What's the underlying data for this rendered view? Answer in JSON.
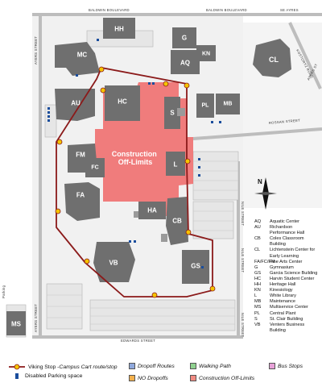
{
  "streets": {
    "baldwin_w": "BALDWIN BOULEVARD",
    "baldwin_e": "BALDWIN BOULEVARD",
    "ayers_top": "AYERS STREET",
    "ayers_bottom": "AYERS STREET",
    "nile_upper": "NILE STREET",
    "nile_right": "NILE STREET",
    "nile_lower": "NILE STREET",
    "edwards": "EDWARDS STREET",
    "rossan": "ROSSAN STREET",
    "kostoryz": "KOSTORYZ ROAD",
    "ayers_right": "AYERS ST",
    "se_ayers": "SE AYRES"
  },
  "buildings": {
    "MC": "MC",
    "HH": "HH",
    "G": "G",
    "AQ": "AQ",
    "KN": "KN",
    "CL": "CL",
    "AU": "AU",
    "HC": "HC",
    "S": "S",
    "PL": "PL",
    "MB": "MB",
    "FM": "FM",
    "FC": "FC",
    "FA": "FA",
    "L": "L",
    "HA": "HA",
    "CB": "CB",
    "VB": "VB",
    "GS": "GS",
    "MS": "MS"
  },
  "construction_label": "Construction\nOff-Limits",
  "parking_label": "Parking",
  "legend": [
    {
      "code": "AQ",
      "name": "Aquatic Center"
    },
    {
      "code": "AU",
      "name": "Richardson Performance Hall"
    },
    {
      "code": "CB",
      "name": "Coles Classroom Building"
    },
    {
      "code": "CL",
      "name": "Lichtenstein Center for Early Learning"
    },
    {
      "code": "FA/FC/FM",
      "name": "Fine Arts Center"
    },
    {
      "code": "G",
      "name": "Gymnasium"
    },
    {
      "code": "GS",
      "name": "Garcia Science Building"
    },
    {
      "code": "HC",
      "name": "Harvin Student Center"
    },
    {
      "code": "HH",
      "name": "Heritage Hall"
    },
    {
      "code": "KN",
      "name": "Kinesiology"
    },
    {
      "code": "L",
      "name": "White Library"
    },
    {
      "code": "MB",
      "name": "Maintenance"
    },
    {
      "code": "MS",
      "name": "Multiservice Center"
    },
    {
      "code": "PL",
      "name": "Central Plant"
    },
    {
      "code": "S",
      "name": "St. Clair Building"
    },
    {
      "code": "VB",
      "name": "Venters Business Building"
    }
  ],
  "key": {
    "viking_stop": "Viking Stop - ",
    "viking_route": "Campus Cart route/stop",
    "disabled": "Disabled Parking space",
    "dropoff": "Dropoff Routes",
    "no_dropoff": "NO Dropoffs",
    "walking": "Walking Path",
    "construction": "Construction Off-Limits",
    "bus": "Bus Stops"
  },
  "colors": {
    "route": "#8b1a1a",
    "stop": "#f5c400",
    "construction": "#ef6f6f",
    "building": "#6f6f6f",
    "disabled": "#1a4d9c",
    "dropoff": "#8fa8dc",
    "no_dropoff": "#f4b04c",
    "walking": "#8ed18e",
    "construction_key": "#f08a82",
    "bus": "#e7a1d8"
  },
  "compass": "N"
}
